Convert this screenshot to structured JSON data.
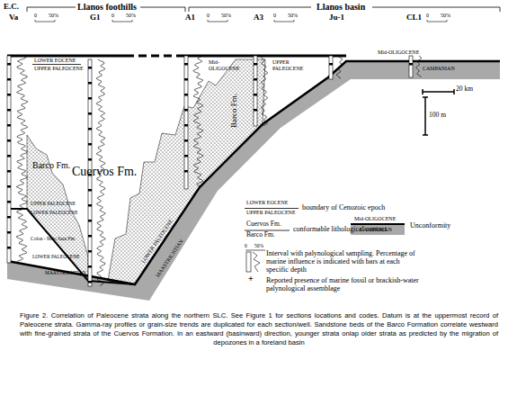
{
  "diagram": {
    "caption": "Figure 2. Correlation of Paleocene strata along the northern SLC. See Figure 1 for sections locations and codes. Datum is at the uppermost record of Paleocene strata. Gamma-ray profiles or grain-size trends are duplicated for each section/well. Sandstone beds of the Barco Formation correlate westward with fine-grained strata of the Cuervos Formation. In an eastward (basinward) direction, younger strata onlap older strata as predicted by the migration of depozones in a foreland basin",
    "labels": [
      "E.C.",
      "Llanos foothills",
      "Llanos basin",
      "Va",
      "0",
      "50%",
      "G1",
      "0",
      "50%",
      "A1",
      "0",
      "50%",
      "A3",
      "0",
      "50%",
      "Ju-1",
      "CL1",
      "0",
      "50%",
      "LOWER EOCENE",
      "UPPER PALEOCENE",
      "Mid-OLIGOCENE",
      "UPPER PALEOCENE",
      "Mid-OLIGOCENE",
      "CAMPANIAN",
      "20 km",
      "100 m",
      "Cuervos Fm.",
      "Barco Fm.",
      "Barco Fm.",
      "UPPER PALEOCENE",
      "LOWER PALEOCENE",
      "Colon - Mito Juan Fm.",
      "LOWER PALEOCENE",
      "MAASTRICHTIAN",
      "LOWER PALEOCENE",
      "MAASTRICHTIAN",
      "LOWER EOCENE",
      "UPPER PALEOCENE",
      "Cuervos Fm.",
      "Barco Fm.",
      "Mid-OLIGOCENE",
      "CAMPANIAN",
      "0",
      "50%",
      "+"
    ],
    "legend": [
      {
        "text": "boundary of Cenozoic epoch"
      },
      {
        "text": "conformable lithological contact"
      },
      {
        "text": "Unconformity",
        "color": "#a9a9a9"
      },
      {
        "text": "Interval with palynological sampling. Percentage of marine influence is indicated with bars at each specific depth"
      },
      {
        "text": "Reported presence of marine fossil or brackish-water palynological assemblage"
      }
    ]
  }
}
